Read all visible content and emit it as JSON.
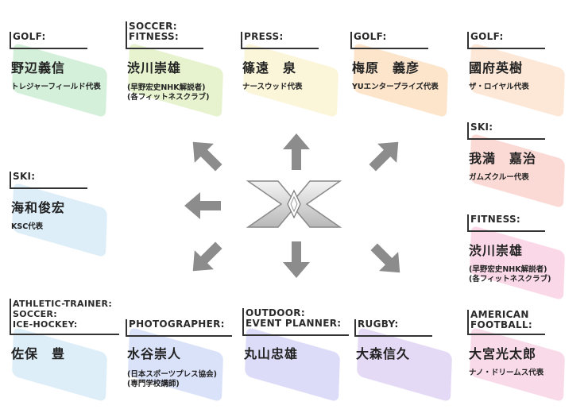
{
  "colors": {
    "green": "#cfeed6",
    "lime": "#e3f2c9",
    "cream": "#fbf5d6",
    "peach": "#fde2c6",
    "orange": "#fde6d3",
    "salmon": "#fbd6d2",
    "lightblue": "#d9ecf8",
    "pink": "#f9d4e4",
    "blue": "#d6dff8",
    "periwinkle": "#d8d8f8",
    "lavender": "#e2d6f5",
    "rose": "#f7d6e6",
    "arrow": "#8c8c8c"
  },
  "cards": [
    {
      "id": "golf1",
      "category": "GOLF:",
      "name": "野辺義信",
      "desc": "トレジャーフィールド代表",
      "color": "green"
    },
    {
      "id": "soccer",
      "category": "SOCCER:\nFITNESS:",
      "name": "渋川崇雄",
      "desc": "(早野宏史NHK解説者)\n(各フィットネスクラブ)",
      "color": "lime"
    },
    {
      "id": "press",
      "category": "PRESS:",
      "name": "篠遠　泉",
      "desc": "ナースウッド代表",
      "color": "cream"
    },
    {
      "id": "golf2",
      "category": "GOLF:",
      "name": "梅原　義彦",
      "desc": "YUエンタープライズ代表",
      "color": "peach"
    },
    {
      "id": "golf3",
      "category": "GOLF:",
      "name": "國府英樹",
      "desc": "ザ・ロイヤル代表",
      "color": "orange"
    },
    {
      "id": "ski1",
      "category": "SKI:",
      "name": "我満　嘉治",
      "desc": "ガムズクルー代表",
      "color": "salmon"
    },
    {
      "id": "ski2",
      "category": "SKI:",
      "name": "海和俊宏",
      "desc": "KSC代表",
      "color": "lightblue"
    },
    {
      "id": "fitness",
      "category": "FITNESS:",
      "name": "渋川崇雄",
      "desc": "(早野宏史NHK解説者)\n(各フィットネスクラブ)",
      "color": "pink"
    },
    {
      "id": "athletic",
      "category": "ATHLETIC-TRAINER:\nSOCCER:\nICE-HOCKEY:",
      "name": "佐保　豊",
      "desc": "",
      "color": "lightblue"
    },
    {
      "id": "photo",
      "category": "PHOTOGRAPHER:",
      "name": "水谷崇人",
      "desc": "(日本スポーツプレス協会)\n(専門学校講師)",
      "color": "blue"
    },
    {
      "id": "outdoor",
      "category": "OUTDOOR:\nEVENT PLANNER:",
      "name": "丸山忠雄",
      "desc": "",
      "color": "periwinkle"
    },
    {
      "id": "rugby",
      "category": "RUGBY:",
      "name": "大森信久",
      "desc": "",
      "color": "lavender"
    },
    {
      "id": "football",
      "category": "AMERICAN\nFOOTBALL:",
      "name": "大宮光太郎",
      "desc": "ナノ・ドリームス代表",
      "color": "rose"
    }
  ]
}
